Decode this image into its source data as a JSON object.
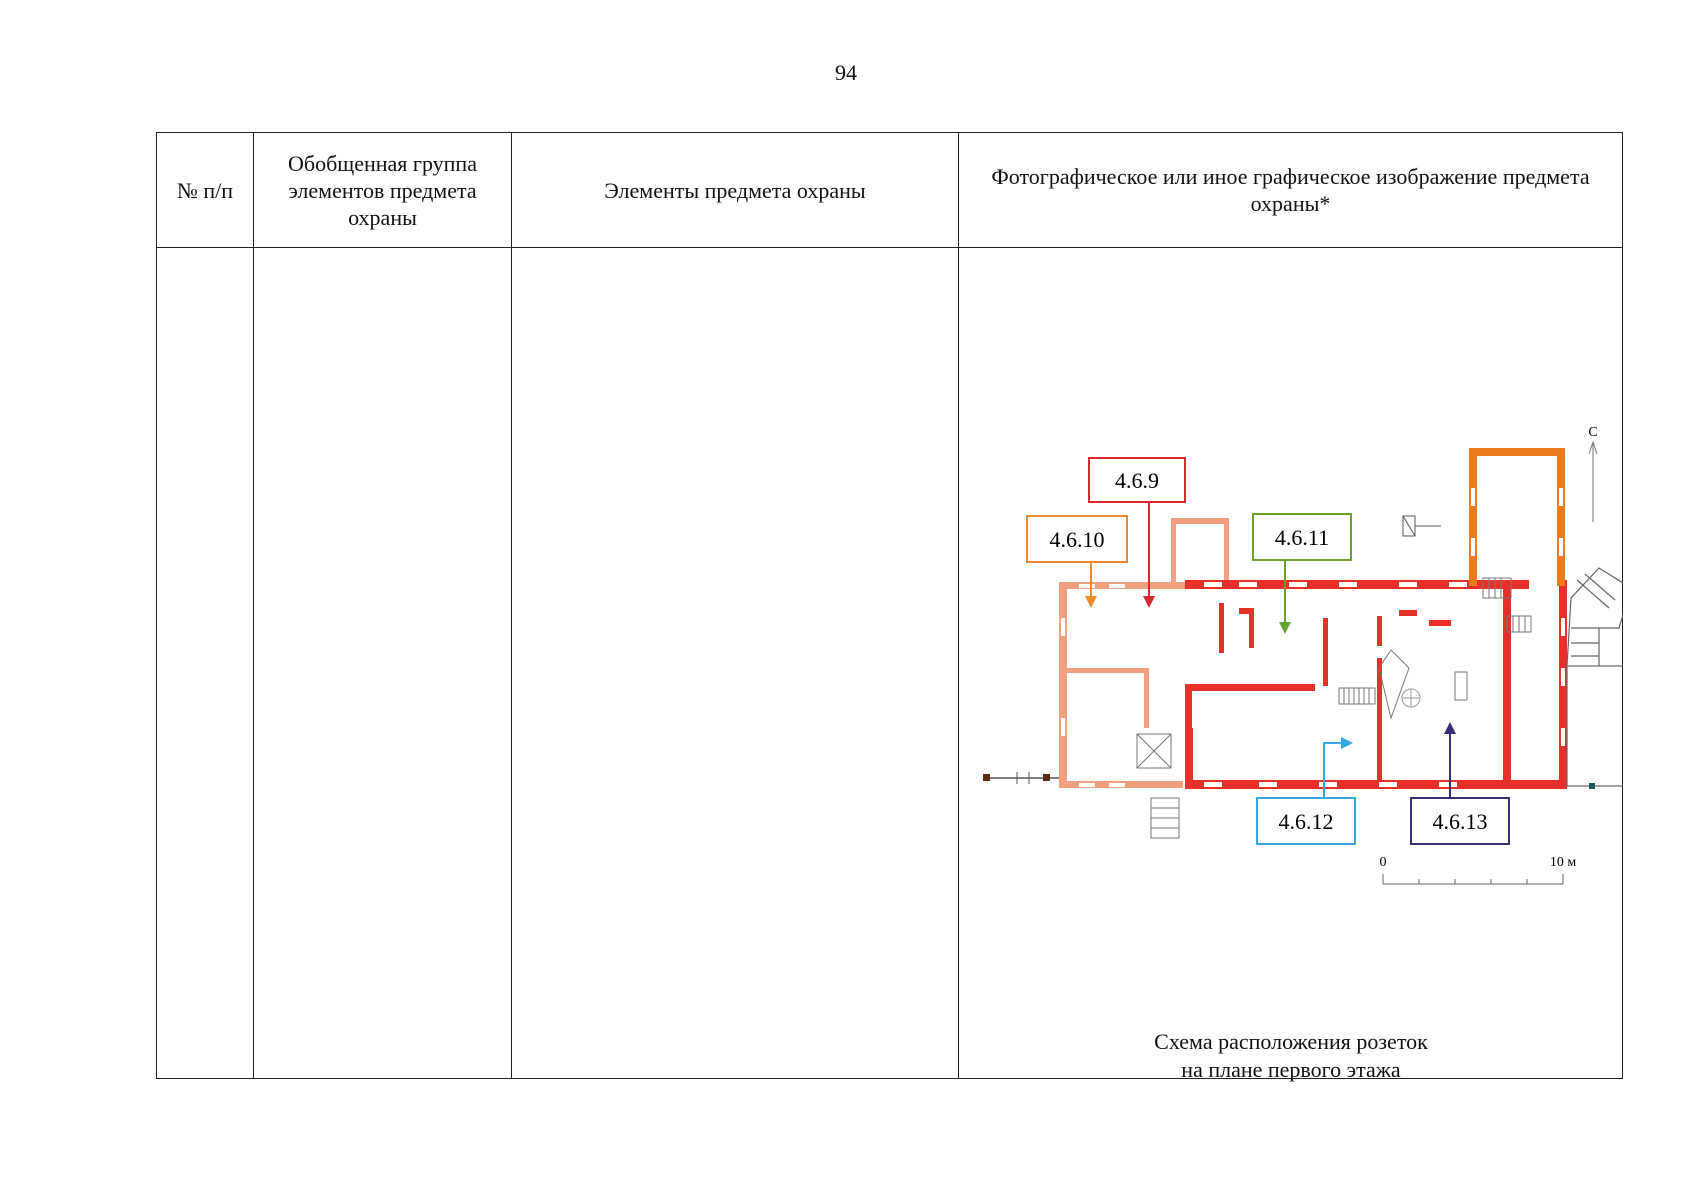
{
  "page": {
    "number": "94"
  },
  "table": {
    "headers": [
      "№ п/п",
      "Обобщенная группа элементов предмета охраны",
      "Элементы предмета охраны",
      "Фотографическое или иное графическое изображение предмета охраны*"
    ]
  },
  "plan": {
    "callouts": [
      {
        "label": "4.6.9",
        "color": "#d9282f"
      },
      {
        "label": "4.6.10",
        "color": "#ee8a2e"
      },
      {
        "label": "4.6.11",
        "color": "#6ca12b"
      },
      {
        "label": "4.6.12",
        "color": "#35a8e0"
      },
      {
        "label": "4.6.13",
        "color": "#3b2d7a"
      }
    ],
    "north_label": "С",
    "scale": {
      "start": "0",
      "end": "10 м"
    },
    "colors": {
      "wall_red": "#e8302a",
      "wall_salmon": "#f0a080",
      "wall_orange": "#e87a22"
    }
  },
  "caption": {
    "line1": "Схема расположения розеток",
    "line2": "на плане первого этажа"
  }
}
